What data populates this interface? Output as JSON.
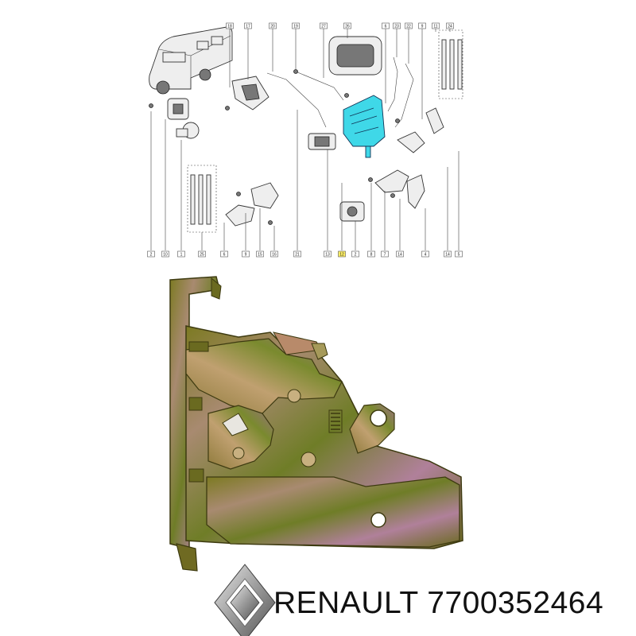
{
  "diagram": {
    "top_labels": [
      "18",
      "17",
      "20",
      "19",
      "27",
      "26",
      "6",
      "23",
      "22",
      "9",
      "11",
      "24"
    ],
    "bottom_labels": [
      "2",
      "10",
      "1",
      "25",
      "6",
      "9",
      "15",
      "16",
      "21",
      "13",
      "12",
      "2",
      "8",
      "7",
      "14",
      "4",
      "14",
      "5"
    ],
    "highlighted_label": "12"
  },
  "caption": {
    "brand": "RENAULT",
    "part_number": "7700352464"
  },
  "colors": {
    "highlight_part": "#3fd8e8",
    "highlight_label": "#fff066",
    "metal_olive": "#8f8a2c",
    "metal_magenta": "#a0708a"
  },
  "logo": "renault-diamond-logo"
}
